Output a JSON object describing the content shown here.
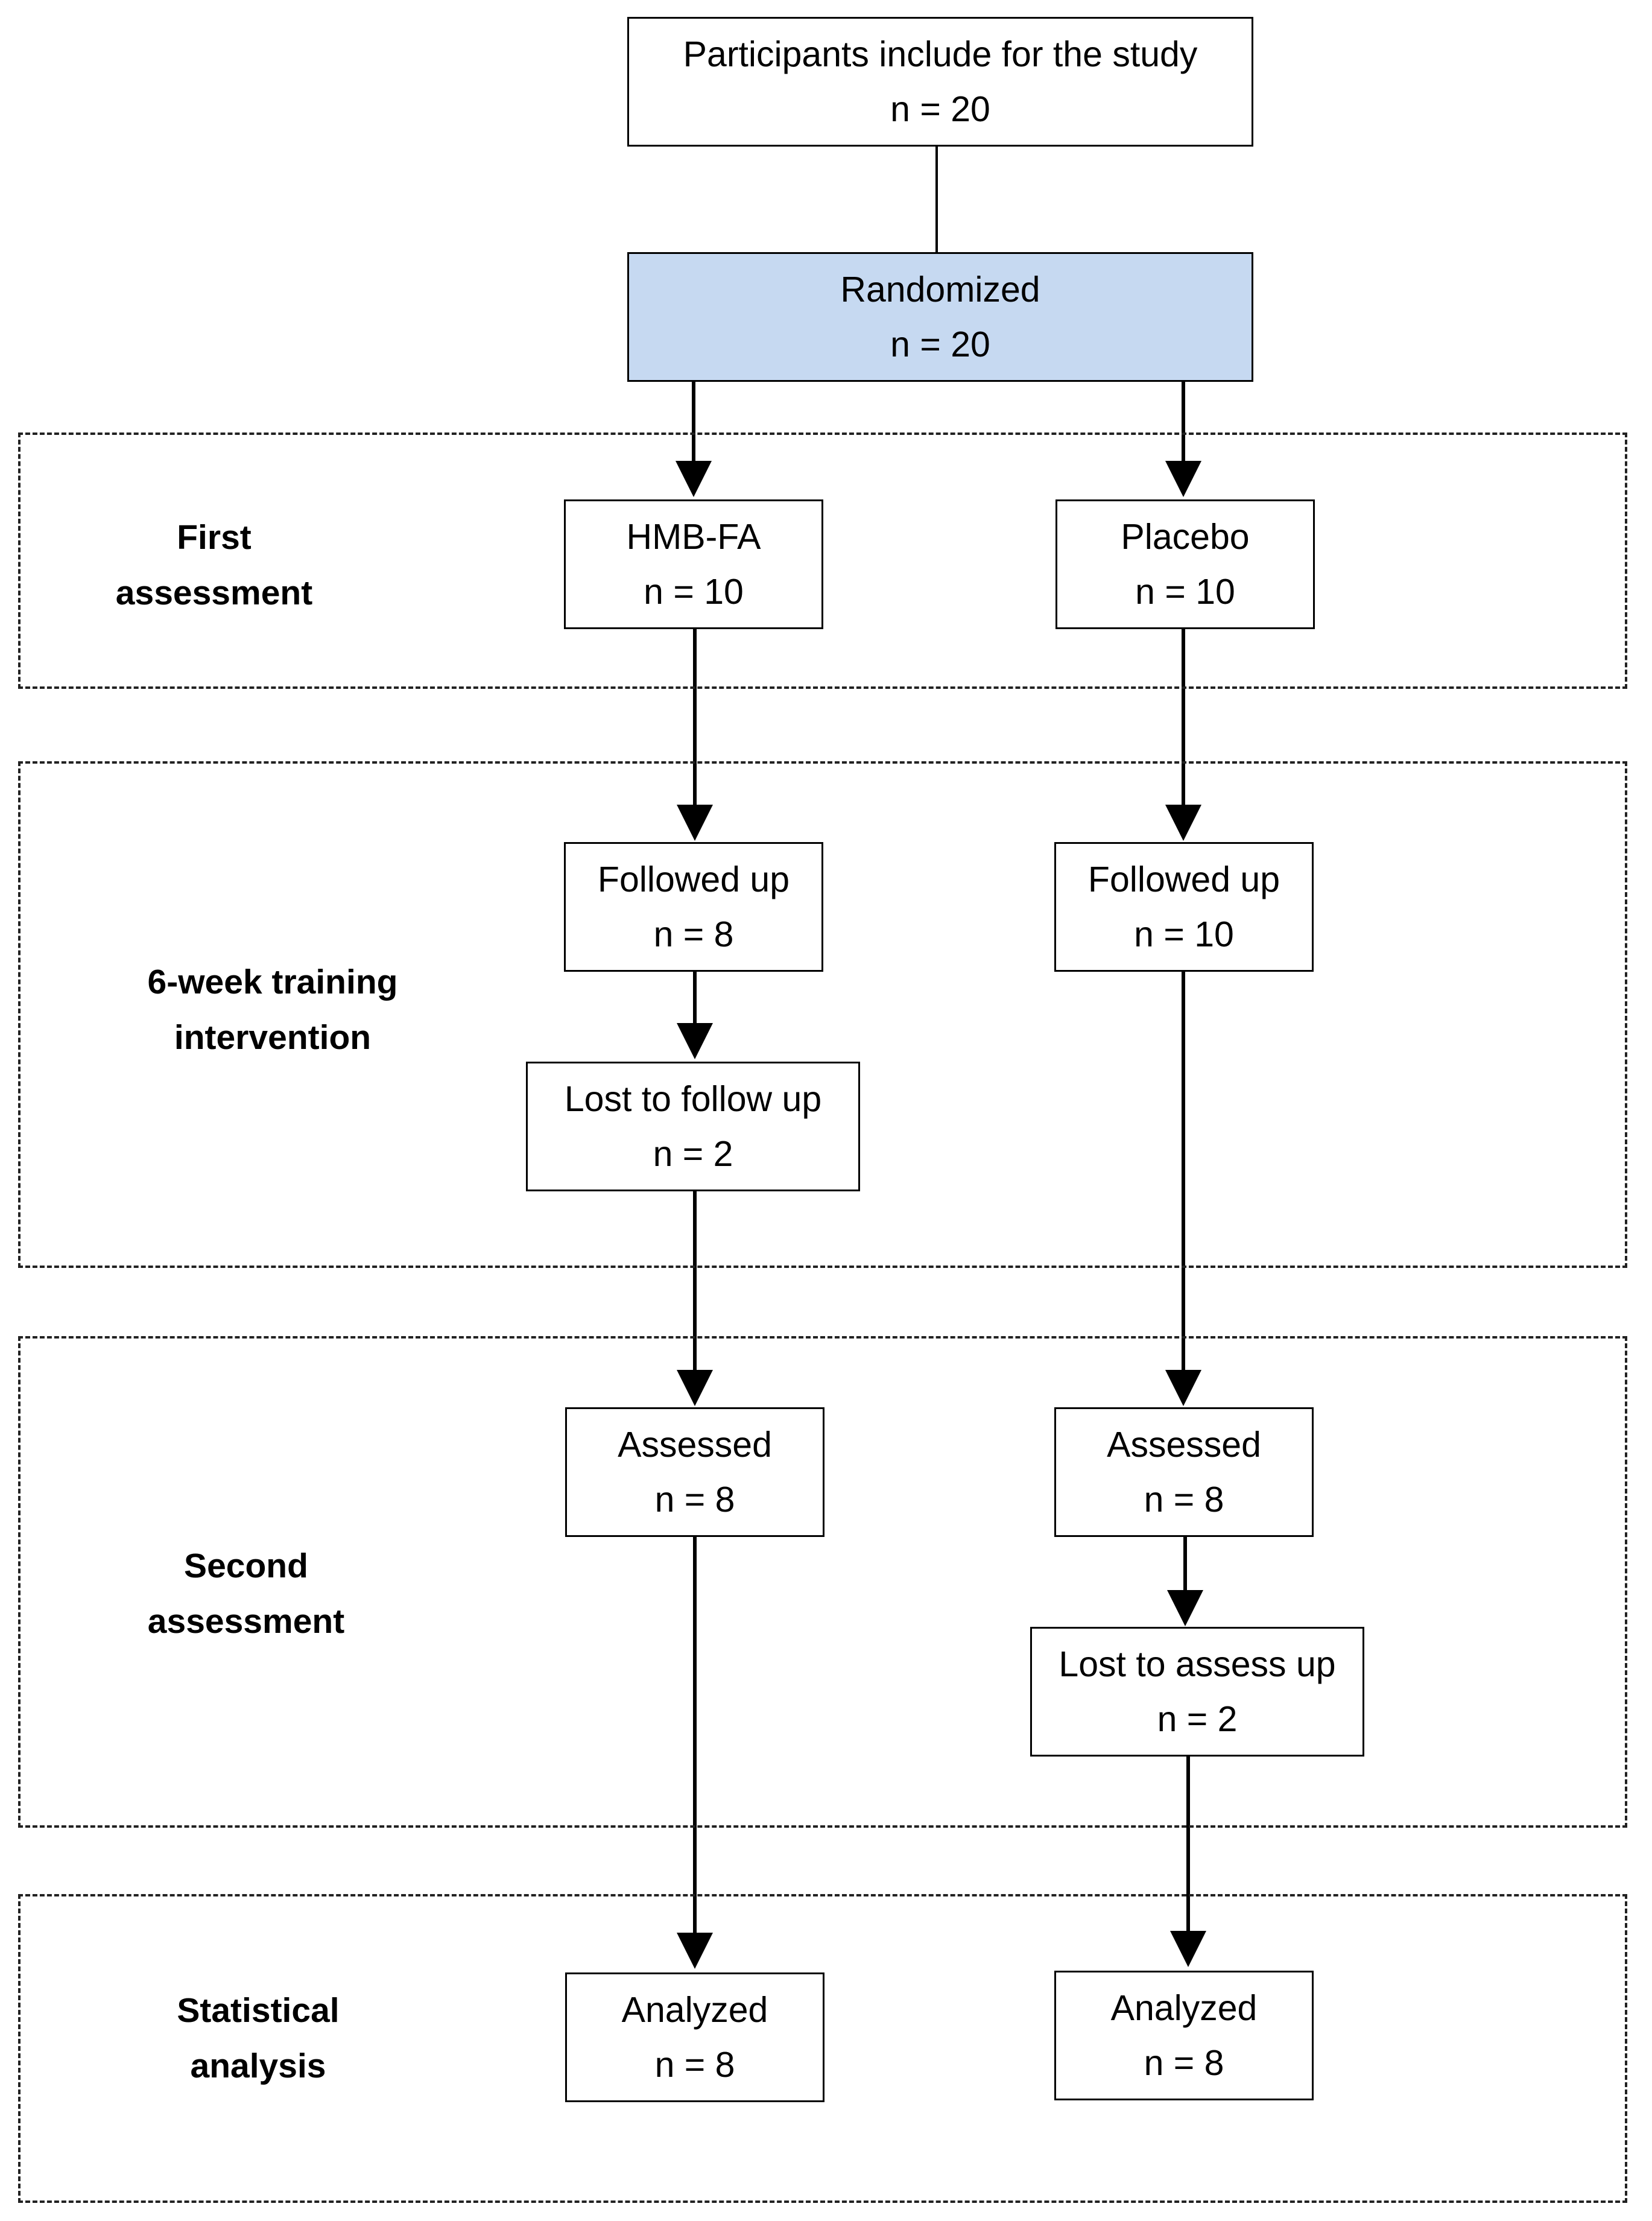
{
  "colors": {
    "randomized_fill": "#c6d9f1",
    "line": "#000000",
    "background": "#ffffff"
  },
  "phases": [
    {
      "id": "first",
      "label_line1": "First",
      "label_line2": "assessment"
    },
    {
      "id": "training",
      "label_line1": "6-week training",
      "label_line2": "intervention"
    },
    {
      "id": "second",
      "label_line1": "Second",
      "label_line2": "assessment"
    },
    {
      "id": "statistical",
      "label_line1": "Statistical",
      "label_line2": "analysis"
    }
  ],
  "nodes": {
    "participants": {
      "title": "Participants include for the study",
      "count": "n = 20"
    },
    "randomized": {
      "title": "Randomized",
      "count": "n = 20"
    },
    "hmb_fa": {
      "title": "HMB-FA",
      "count": "n = 10"
    },
    "placebo": {
      "title": "Placebo",
      "count": "n = 10"
    },
    "hmb_followed": {
      "title": "Followed up",
      "count": "n = 8"
    },
    "placebo_followed": {
      "title": "Followed up",
      "count": "n = 10"
    },
    "hmb_lost": {
      "title": "Lost to follow up",
      "count": "n = 2"
    },
    "hmb_assessed": {
      "title": "Assessed",
      "count": "n = 8"
    },
    "placebo_assessed": {
      "title": "Assessed",
      "count": "n = 8"
    },
    "placebo_lost": {
      "title": "Lost to assess up",
      "count": "n = 2"
    },
    "hmb_analyzed": {
      "title": "Analyzed",
      "count": "n = 8"
    },
    "placebo_analyzed": {
      "title": "Analyzed",
      "count": "n = 8"
    }
  }
}
